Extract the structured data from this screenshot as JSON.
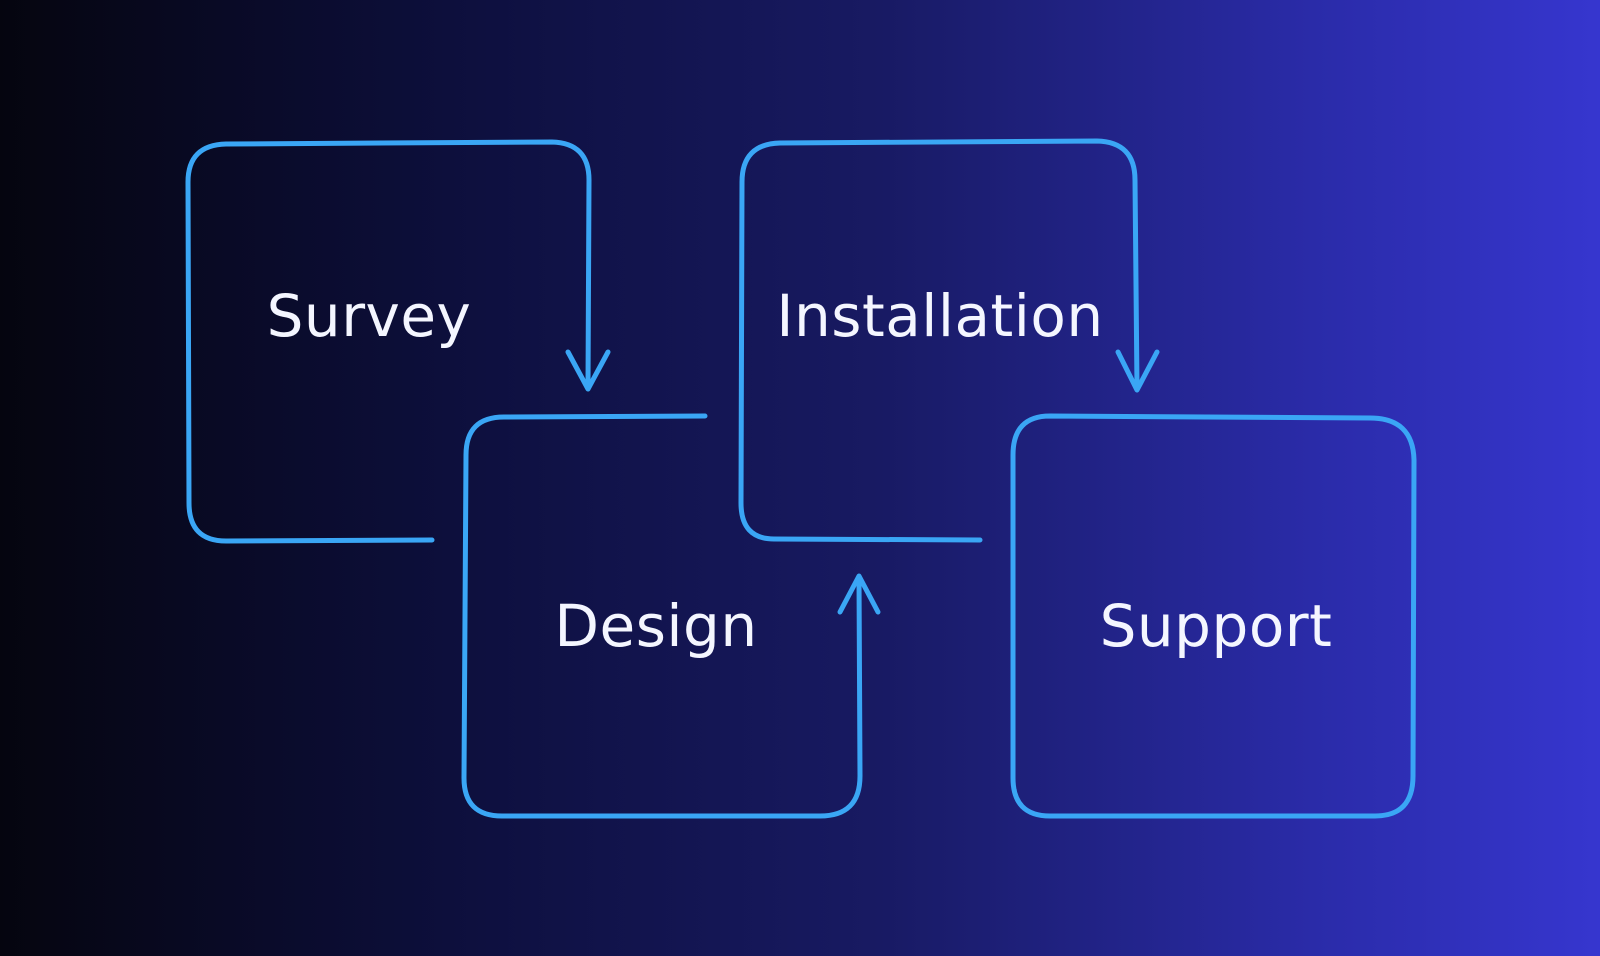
{
  "diagram": {
    "type": "process-flow",
    "steps": [
      {
        "id": "survey",
        "label": "Survey"
      },
      {
        "id": "design",
        "label": "Design"
      },
      {
        "id": "installation",
        "label": "Installation"
      },
      {
        "id": "support",
        "label": "Support"
      }
    ],
    "connections": [
      {
        "from": "survey",
        "to": "design"
      },
      {
        "from": "design",
        "to": "installation"
      },
      {
        "from": "installation",
        "to": "support"
      }
    ],
    "colors": {
      "stroke": "#3aa6f5",
      "text": "#f4f6ff",
      "background_start": "#05050f",
      "background_end": "#3636cf"
    }
  }
}
